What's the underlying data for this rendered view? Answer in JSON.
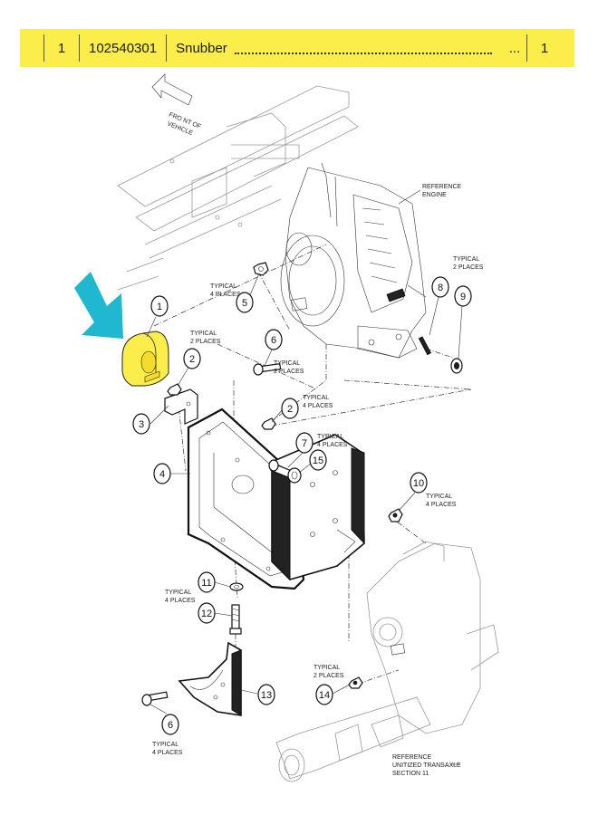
{
  "parts_row": {
    "ref": "1",
    "part_number": "102540301",
    "description": "Snubber",
    "ellipsis": "...",
    "qty": "1"
  },
  "labels": {
    "front_of_vehicle_1": "FRO NT OF",
    "front_of_vehicle_2": "VEHICLE",
    "reference_engine_1": "REFERENCE",
    "reference_engine_2": "ENGINE",
    "typ_2_places_a_1": "TYPICAL",
    "typ_2_places_a_2": "2 PLACES",
    "typ_4_places_5_1": "TYPICAL",
    "typ_4_places_5_2": "4 PLACES",
    "typ_2_places_b_1": "TYPICAL",
    "typ_2_places_b_2": "2 PLACES",
    "typ_2_places_6_1": "TYPICAL",
    "typ_2_places_6_2": "2 PLACES",
    "typ_4_places_2_1": "TYPICAL",
    "typ_4_places_2_2": "4 PLACES",
    "typ_4_places_7_1": "TYPICAL",
    "typ_4_places_7_2": "4 PLACES",
    "typ_4_places_10_1": "TYPICAL",
    "typ_4_places_10_2": "4 PLACES",
    "typ_4_places_11_1": "TYPICAL",
    "typ_4_places_11_2": "4 PLACES",
    "typ_2_places_14_1": "TYPICAL",
    "typ_2_places_14_2": "2 PLACES",
    "typ_4_places_6b_1": "TYPICAL",
    "typ_4_places_6b_2": "4 PLACES",
    "ref_transaxle_1": "REFERENCE",
    "ref_transaxle_2": "UNITIZED TRANSAXLE",
    "ref_transaxle_3": "SECTION 11"
  },
  "callouts": {
    "c1": "1",
    "c2a": "2",
    "c2b": "2",
    "c3": "3",
    "c4": "4",
    "c5": "5",
    "c6a": "6",
    "c6b": "6",
    "c7": "7",
    "c8": "8",
    "c9": "9",
    "c10": "10",
    "c11": "11",
    "c12": "12",
    "c13": "13",
    "c14": "14",
    "c15": "15"
  },
  "colors": {
    "highlight_yellow": "#fcee4a",
    "arrow_cyan": "#1fb8d0"
  }
}
